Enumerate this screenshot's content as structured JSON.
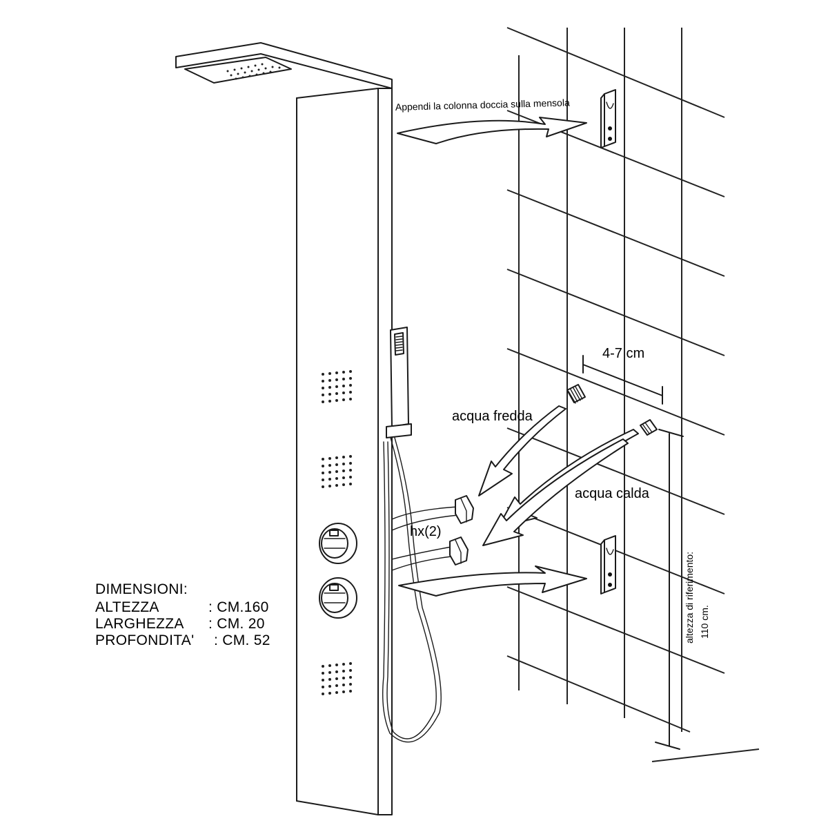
{
  "labels": {
    "bracket_instruction": "Appendi la colonna doccia sulla mensola",
    "spacing": "4-7 cm",
    "cold_water": "acqua fredda",
    "hot_water": "acqua calda",
    "hoses": "hx(2)",
    "reference_height_line1": "altezza di riferimento:",
    "reference_height_line2": "110 cm."
  },
  "dimensions": {
    "title": "DIMENSIONI:",
    "rows": [
      {
        "label": "ALTEZZA",
        "value": ": CM.160"
      },
      {
        "label": "LARGHEZZA",
        "value": ": CM. 20"
      },
      {
        "label": "PROFONDITA'",
        "value": ": CM. 52"
      }
    ]
  }
}
